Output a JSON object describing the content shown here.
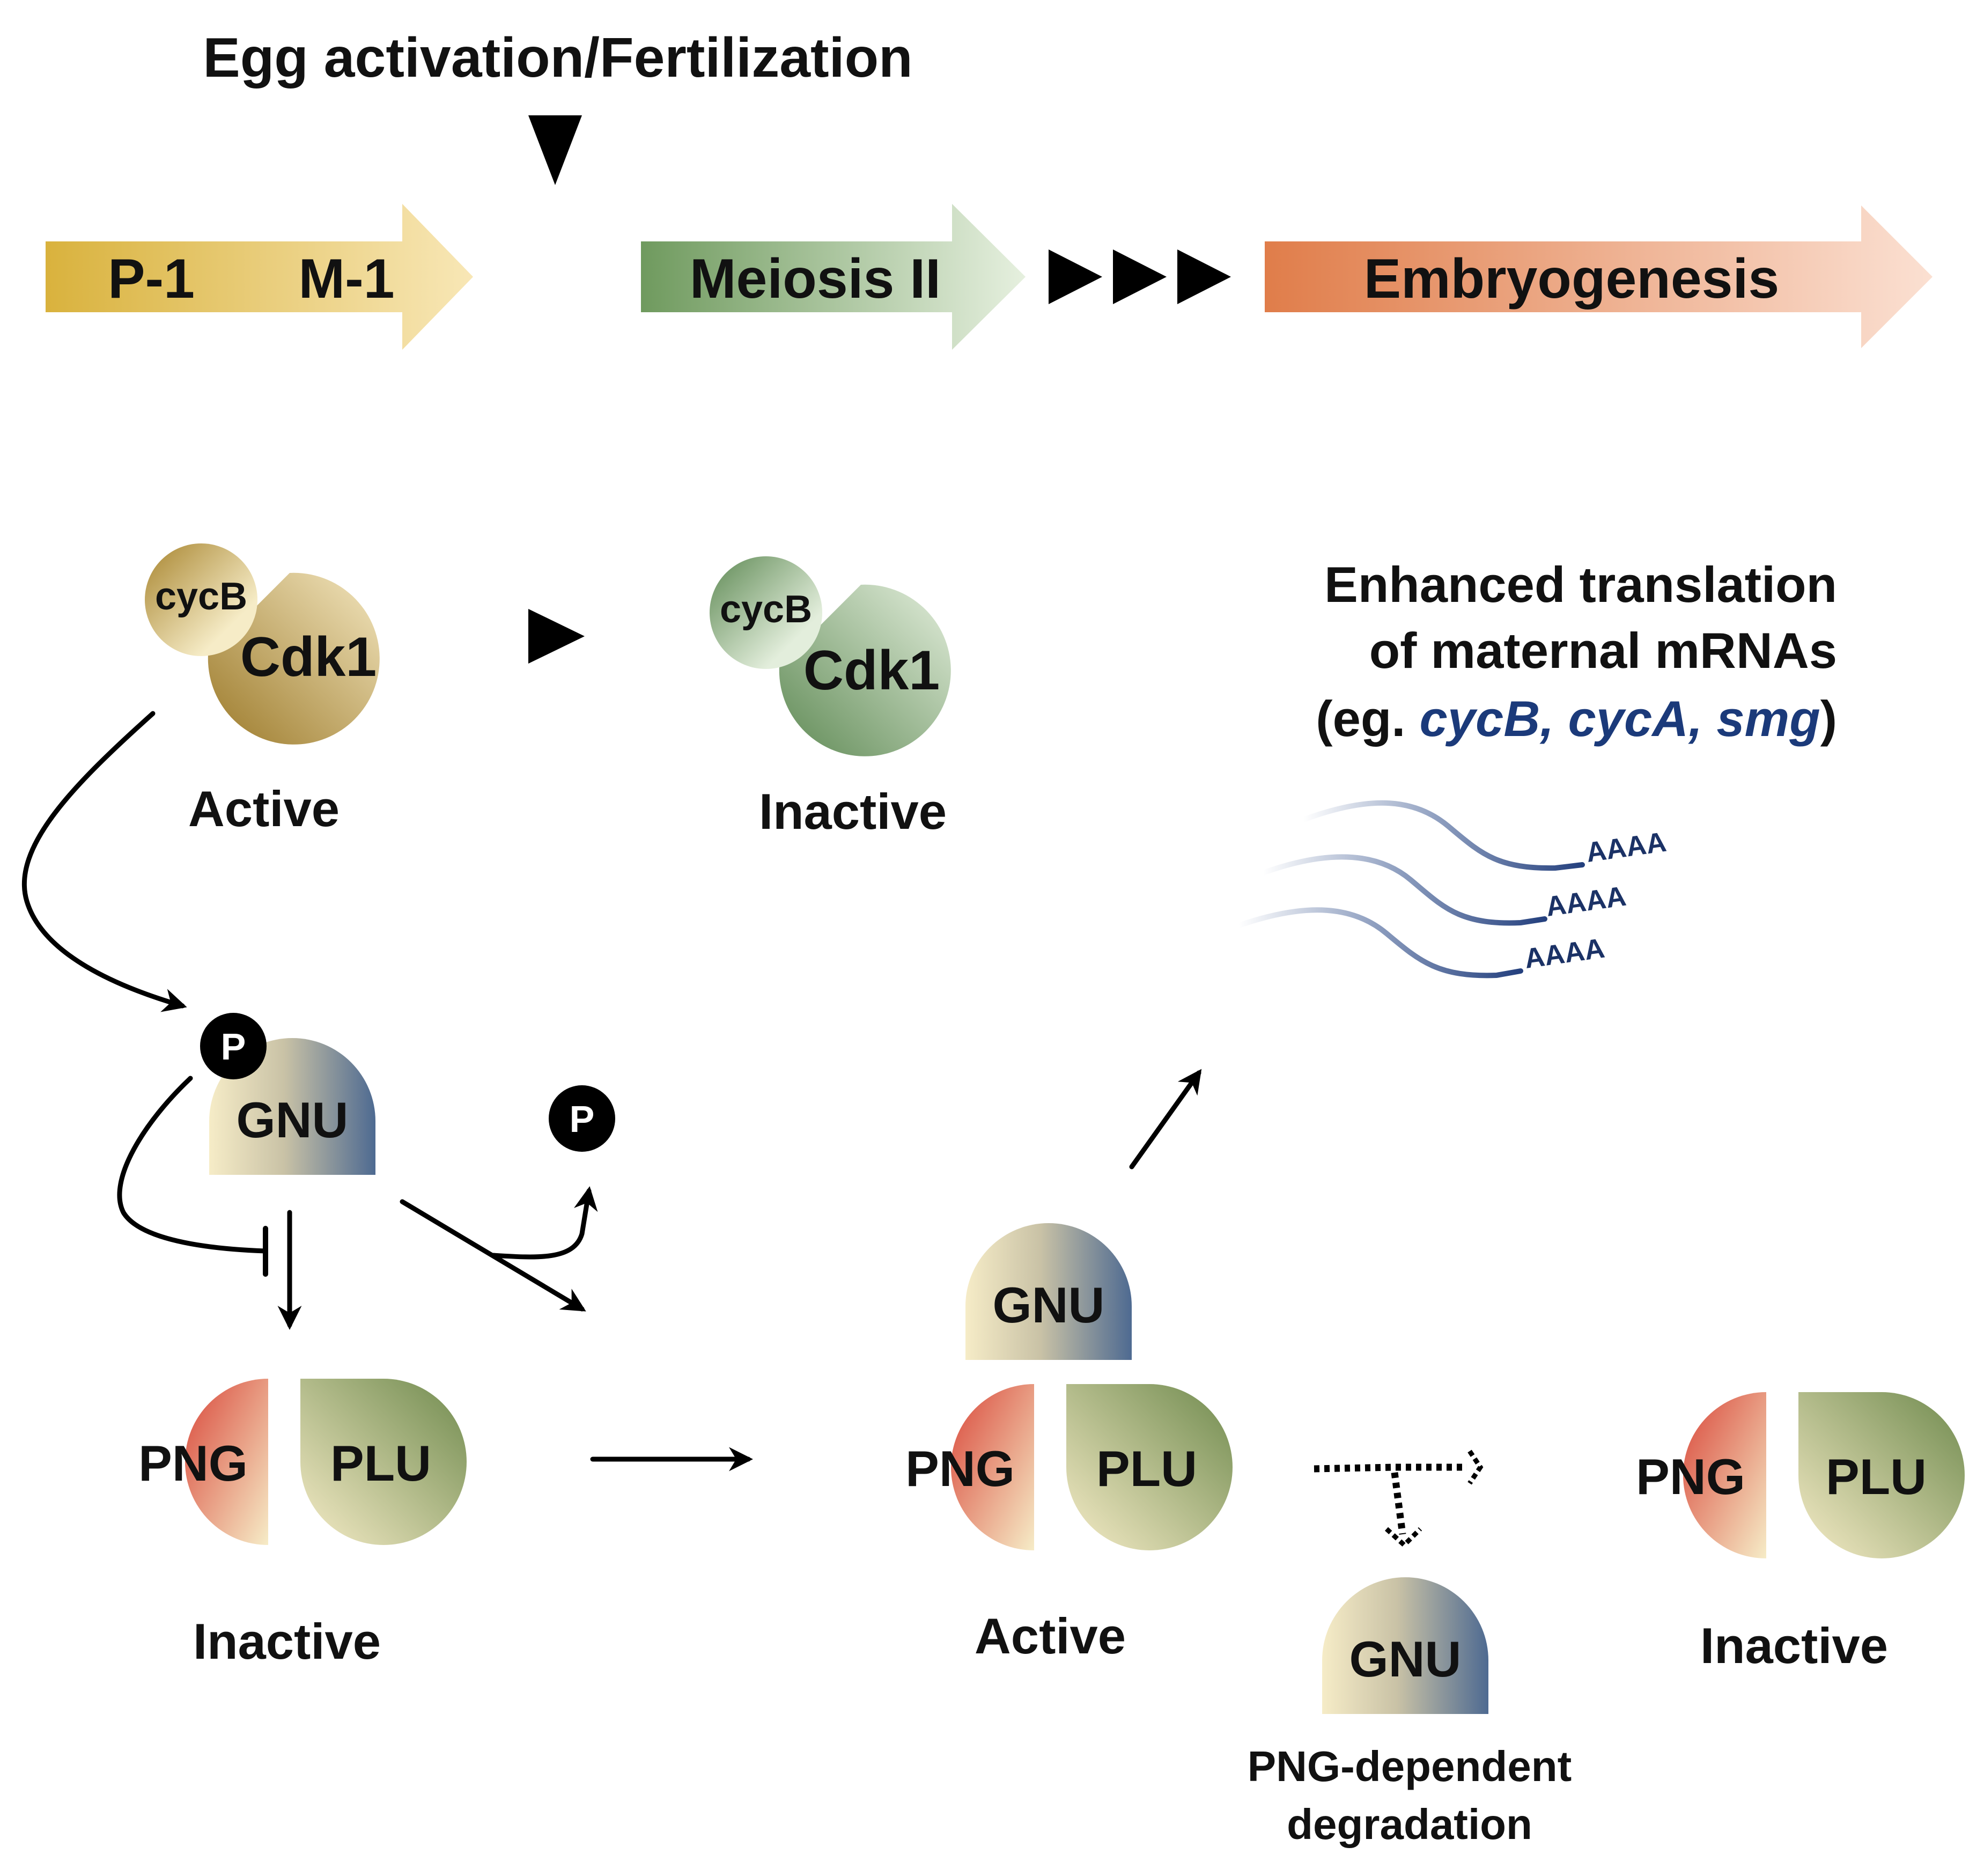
{
  "title": "Egg activation/Fertilization",
  "timeline": {
    "stage1": {
      "labels": [
        "P-1",
        "M-1"
      ],
      "color_start": "#d9b23d",
      "color_end": "#f8e7b6"
    },
    "stage2": {
      "label": "Meiosis II",
      "color_start": "#6f9a5e",
      "color_end": "#e6f0df"
    },
    "stage3": {
      "label": "Embryogenesis",
      "color_start": "#e07d4a",
      "color_end": "#fbe0d2"
    }
  },
  "cdk_active": {
    "cyclin": "cycB",
    "kinase": "Cdk1",
    "state": "Active"
  },
  "cdk_inactive": {
    "cyclin": "cycB",
    "kinase": "Cdk1",
    "state": "Inactive"
  },
  "translation": {
    "line1": "Enhanced translation",
    "line2": "of maternal mRNAs",
    "line3_prefix": "(eg. ",
    "line3_genes": "cycB, cycA, smg",
    "line3_suffix": ")",
    "polyA": [
      "AAAA",
      "AAAA",
      "AAAA"
    ]
  },
  "phospho": {
    "label": "P"
  },
  "gnu": {
    "label": "GNU"
  },
  "complex_left": {
    "png": "PNG",
    "plu": "PLU",
    "state": "Inactive"
  },
  "complex_middle": {
    "gnu": "GNU",
    "png": "PNG",
    "plu": "PLU",
    "state": "Active"
  },
  "complex_right": {
    "png": "PNG",
    "plu": "PLU",
    "state": "Inactive"
  },
  "degradation": {
    "gnu": "GNU",
    "line1": "PNG-dependent",
    "line2": "degradation"
  },
  "colors": {
    "png_red": "#d9473a",
    "plu_green": "#6f8a4e",
    "gnu_blue": "#4e6a91",
    "cream": "#f6ecc7",
    "cdk_gold": "#a8852f",
    "cdk_green": "#5f8a55",
    "mrna_blue": "#24407e"
  }
}
